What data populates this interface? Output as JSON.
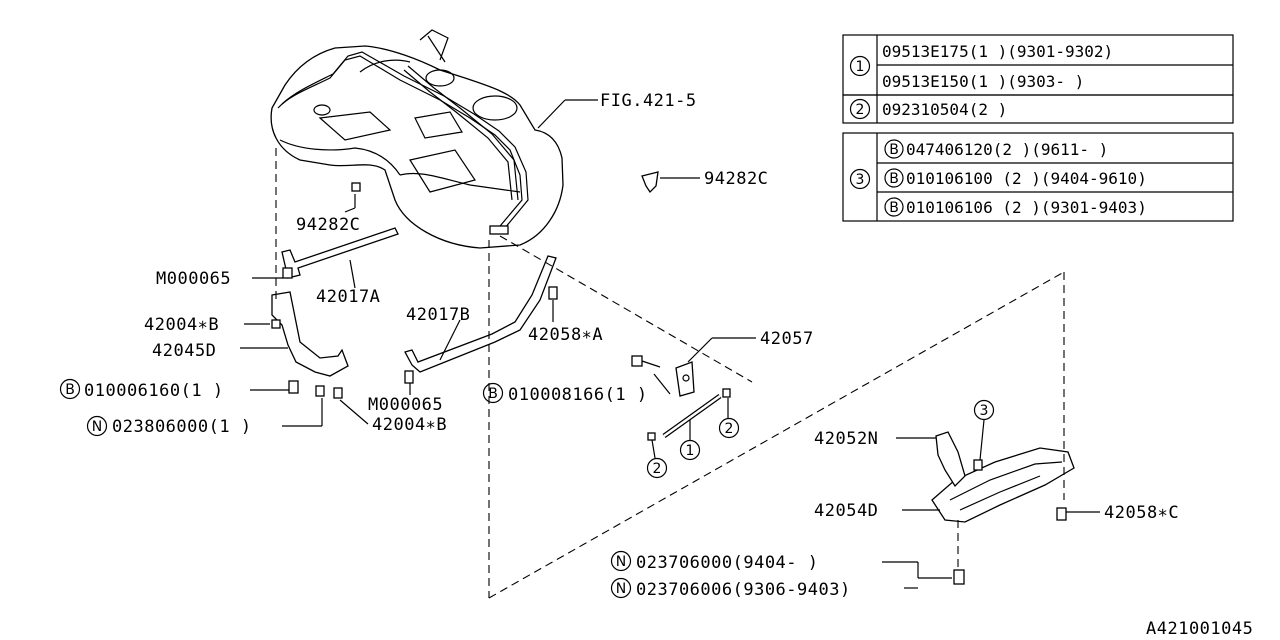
{
  "table": {
    "groups": [
      {
        "marker": "1",
        "rows": [
          {
            "prefix": "",
            "text": "09513E175(1 )(9301-9302)"
          },
          {
            "prefix": "",
            "text": "09513E150(1 )(9303-    )"
          }
        ]
      },
      {
        "marker": "2",
        "rows": [
          {
            "prefix": "",
            "text": "092310504(2 )"
          }
        ]
      },
      {
        "marker": "3",
        "rows": [
          {
            "prefix": "B",
            "text": "047406120(2 )(9611-    )"
          },
          {
            "prefix": "B",
            "text": "010106100 (2 )(9404-9610)"
          },
          {
            "prefix": "B",
            "text": "010106106 (2 )(9301-9403)"
          }
        ]
      }
    ]
  },
  "labels": {
    "fig": "FIG.421-5",
    "p94282c_top": "94282C",
    "p94282c_left": "94282C",
    "m000065_a": "M000065",
    "p42017a": "42017A",
    "p42004b_a": "42004∗B",
    "p42045d": "42045D",
    "p010006160": "010006160(1 )",
    "p023806000": "023806000(1 )",
    "m000065_b": "M000065",
    "p42004b_b": "42004∗B",
    "p42017b": "42017B",
    "p42058a": "42058∗A",
    "p42057": "42057",
    "p010008166": "010008166(1 )",
    "p42052n": "42052N",
    "p42054d": "42054D",
    "p42058c": "42058∗C",
    "p023706000": "023706000(9404-    )",
    "p023706006": "023706006(9306-9403)",
    "diagram_id": "A421001045"
  },
  "markers": {
    "b": "B",
    "n": "N",
    "one": "1",
    "two": "2",
    "three": "3"
  }
}
